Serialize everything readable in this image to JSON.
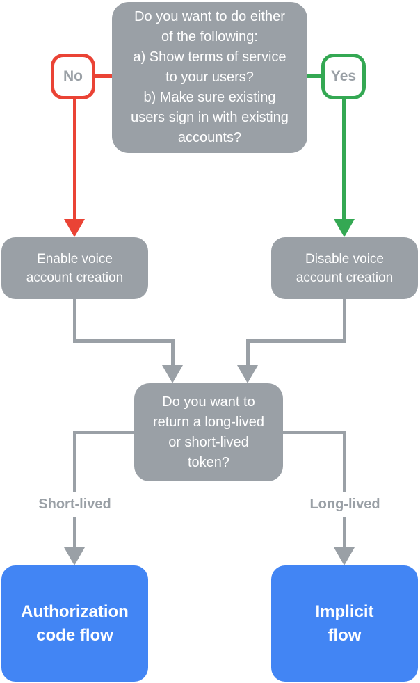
{
  "colors": {
    "background": "#ffffff",
    "gray": "#9aa0a6",
    "red": "#ea4335",
    "green": "#34a853",
    "blue": "#4285f4",
    "node_text": "#ffffff",
    "badge_bg": "#ffffff",
    "badge_text": "#9aa0a6",
    "edge_label_bg": "#ffffff",
    "edge_label_text": "#9aa0a6"
  },
  "flowchart": {
    "root_question": "Do you want to do either\nof the following:\na) Show terms of service\nto your users?\nb) Make sure existing\nusers sign in with existing\naccounts?",
    "no_badge": "No",
    "yes_badge": "Yes",
    "enable_node": "Enable voice\naccount creation",
    "disable_node": "Disable voice\naccount creation",
    "token_question": "Do you want to\nreturn a long-lived\nor short-lived\ntoken?",
    "short_lived_label": "Short-lived",
    "long_lived_label": "Long-lived",
    "auth_code_node": "Authorization\ncode flow",
    "implicit_node": "Implicit\nflow"
  }
}
